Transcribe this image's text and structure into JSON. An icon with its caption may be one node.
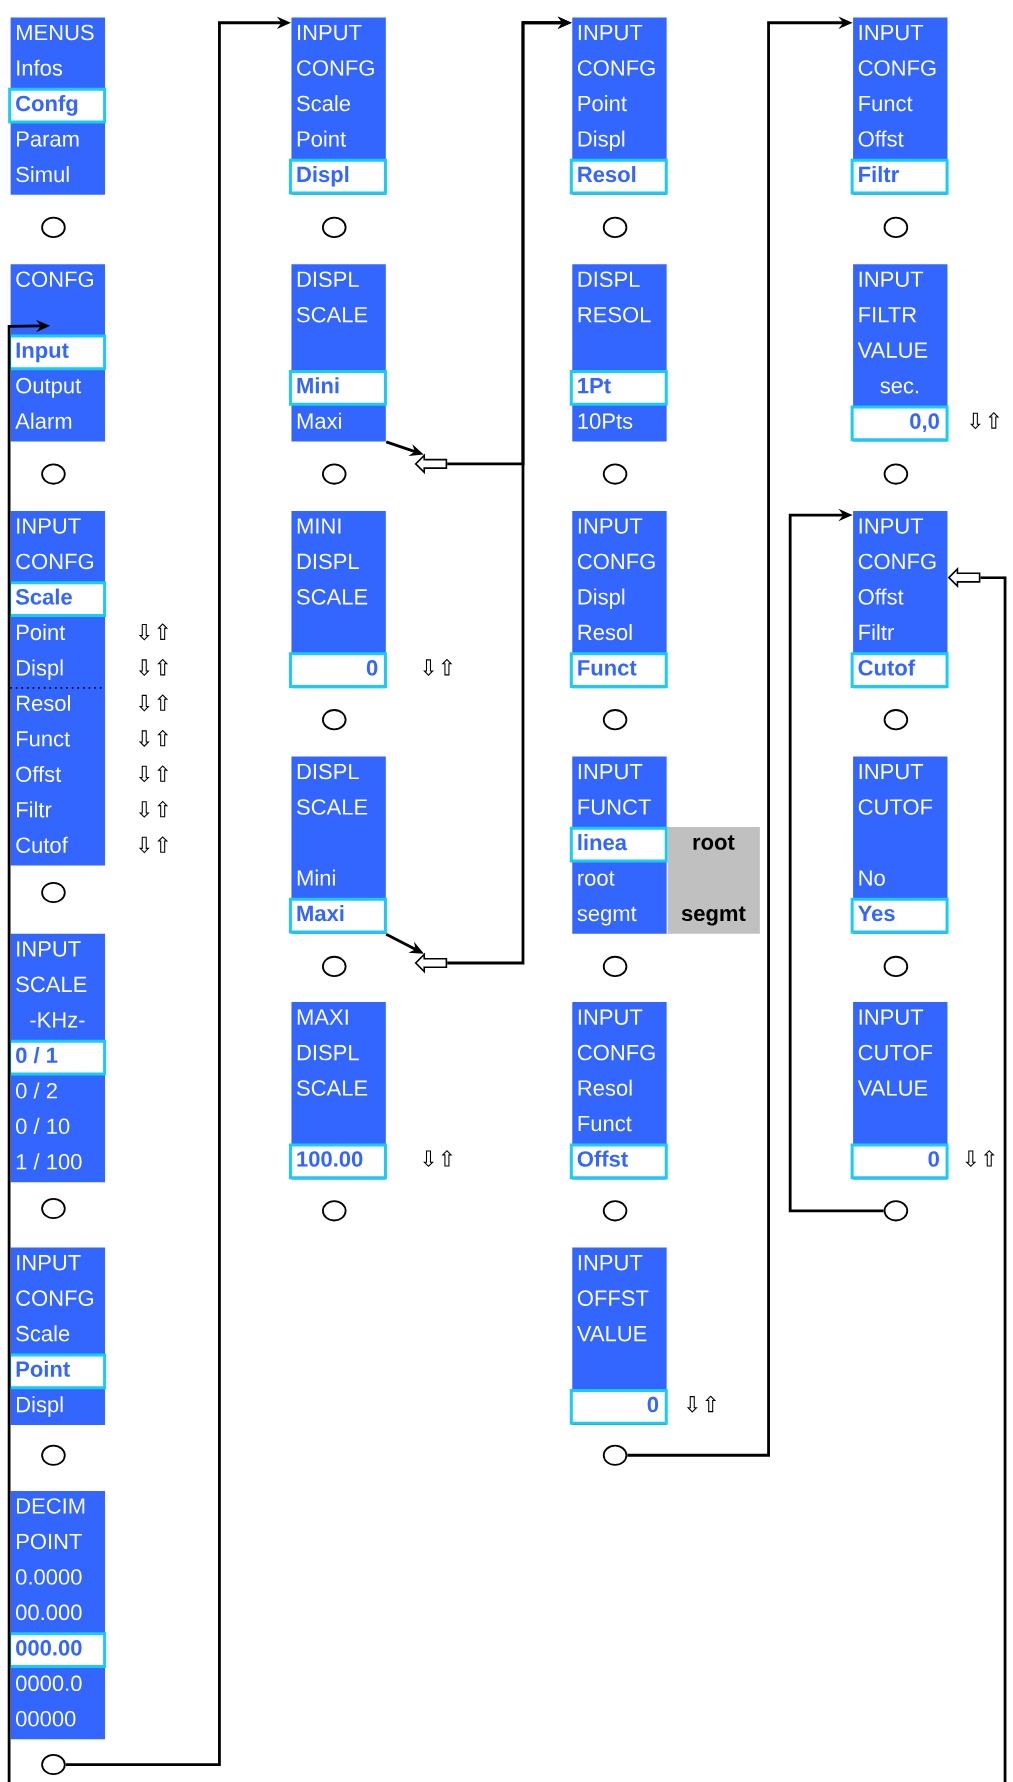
{
  "diagram": {
    "nodes": [
      {
        "text": [
          "MENUS",
          "Infos",
          "Confg",
          "Param",
          "Simul"
        ]
      },
      {
        "text": [],
        "shape": "circle"
      },
      {
        "text": [
          "CONFG",
          "Input",
          "Output",
          "Alarm"
        ]
      },
      {
        "text": [],
        "shape": "circle"
      },
      {
        "text": [
          "INPUT",
          "CONFG",
          "Scale",
          "Point",
          "Displ",
          "Resol",
          "Funct",
          "Offst",
          "Filtr",
          "Cutof"
        ],
        "beside": [
          "⇩⇧",
          "⇩⇧",
          "⇩⇧",
          "⇩⇧",
          "⇩⇧",
          "⇩⇧",
          "⇩⇧"
        ]
      },
      {
        "text": [],
        "shape": "circle"
      },
      {
        "text": [
          "INPUT",
          "SCALE",
          "-KHz-",
          "0 / 1",
          "0 / 2",
          "0 / 10",
          "1 / 100"
        ]
      },
      {
        "text": [],
        "shape": "circle"
      },
      {
        "text": [
          "INPUT",
          "CONFG",
          "Scale",
          "Point",
          "Displ"
        ]
      },
      {
        "text": [],
        "shape": "circle"
      },
      {
        "text": [
          "DECIM",
          "POINT",
          "0.0000",
          "00.000",
          "000.00",
          "0000.0",
          "00000"
        ]
      },
      {
        "text": [],
        "shape": "circle"
      },
      {
        "text": [
          "INPUT",
          "CONFG",
          "Scale",
          "Point",
          "Displ"
        ]
      },
      {
        "text": [],
        "shape": "circle"
      },
      {
        "text": [
          "DISPL",
          "SCALE",
          "Mini",
          "Maxi"
        ]
      },
      {
        "text": [],
        "shape": "circle"
      },
      {
        "text": [],
        "shape": "arrow"
      },
      {
        "text": [
          "MINI",
          "DISPL",
          "SCALE",
          "0"
        ],
        "beside": [
          "⇩⇧"
        ]
      },
      {
        "text": [],
        "shape": "circle"
      },
      {
        "text": [
          "DISPL",
          "SCALE",
          "Mini",
          "Maxi"
        ]
      },
      {
        "text": [],
        "shape": "circle"
      },
      {
        "text": [],
        "shape": "arrow"
      },
      {
        "text": [
          "MAXI",
          "DISPL",
          "SCALE",
          "100.00"
        ],
        "beside": [
          "⇩⇧"
        ]
      },
      {
        "text": [],
        "shape": "circle"
      },
      {
        "text": [
          "INPUT",
          "CONFG",
          "Point",
          "Displ",
          "Resol"
        ]
      },
      {
        "text": [],
        "shape": "circle"
      },
      {
        "text": [
          "DISPL",
          "RESOL",
          "1Pt",
          "10Pts"
        ]
      },
      {
        "text": [],
        "shape": "circle"
      },
      {
        "text": [
          "INPUT",
          "CONFG",
          "Displ",
          "Resol",
          "Funct"
        ]
      },
      {
        "text": [],
        "shape": "circle"
      },
      {
        "text": [
          "INPUT",
          "FUNCT",
          "linea",
          "root",
          "segmt"
        ]
      },
      {
        "text": [
          "root",
          "segmt"
        ]
      },
      {
        "text": [],
        "shape": "circle"
      },
      {
        "text": [
          "INPUT",
          "CONFG",
          "Resol",
          "Funct",
          "Offst"
        ]
      },
      {
        "text": [],
        "shape": "circle"
      },
      {
        "text": [
          "INPUT",
          "OFFST",
          "VALUE",
          "0"
        ],
        "beside": [
          "⇩⇧"
        ]
      },
      {
        "text": [],
        "shape": "circle"
      },
      {
        "text": [
          "INPUT",
          "CONFG",
          "Funct",
          "Offst",
          "Filtr"
        ]
      },
      {
        "text": [],
        "shape": "circle"
      },
      {
        "text": [
          "INPUT",
          "FILTR",
          "VALUE",
          "sec.",
          "0,0"
        ],
        "beside": [
          "⇩⇧"
        ]
      },
      {
        "text": [],
        "shape": "circle"
      },
      {
        "text": [
          "INPUT",
          "CONFG",
          "Offst",
          "Filtr",
          "Cutof"
        ]
      },
      {
        "text": [],
        "shape": "arrow"
      },
      {
        "text": [],
        "shape": "circle"
      },
      {
        "text": [
          "INPUT",
          "CUTOF",
          "No",
          "Yes"
        ]
      },
      {
        "text": [],
        "shape": "circle"
      },
      {
        "text": [
          "INPUT",
          "CUTOF",
          "VALUE",
          "0"
        ],
        "beside": [
          "⇩⇧"
        ]
      },
      {
        "text": [],
        "shape": "circle"
      }
    ],
    "edges": [
      {
        "from": null,
        "to": 2,
        "arrow": "to"
      },
      {
        "from": 11,
        "to": 12,
        "arrow": "to"
      },
      {
        "from": 14,
        "to": 16,
        "arrow": "to"
      },
      {
        "from": 16,
        "to": 24,
        "arrow": "to"
      },
      {
        "from": 19,
        "to": 21,
        "arrow": "to"
      },
      {
        "from": 21,
        "to": 24,
        "arrow": "to"
      },
      {
        "from": 36,
        "to": 37,
        "arrow": "to"
      },
      {
        "from": 47,
        "to": 41,
        "arrow": "to"
      },
      {
        "from": 42,
        "to": null,
        "arrow": "none"
      }
    ]
  }
}
